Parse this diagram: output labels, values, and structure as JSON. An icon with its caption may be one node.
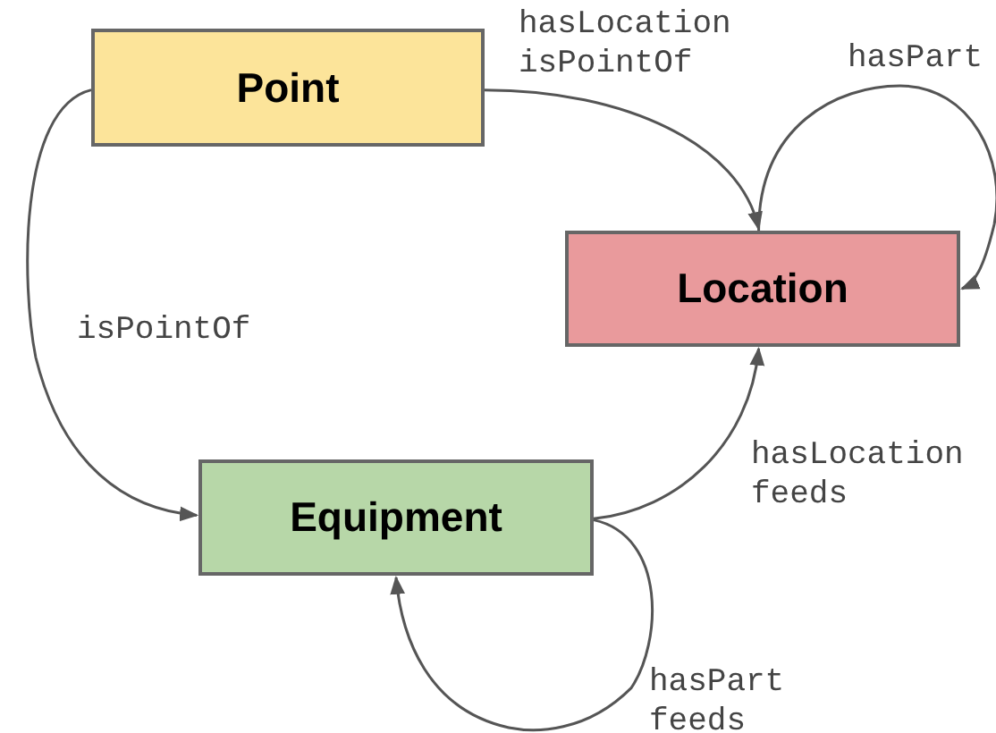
{
  "diagram": {
    "nodes": [
      {
        "text": [
          "Point"
        ]
      },
      {
        "text": [
          "Location"
        ]
      },
      {
        "text": [
          "Equipment"
        ]
      }
    ],
    "edges": [
      {
        "from": 0,
        "to": 1,
        "arrow": "to",
        "label": "hasLocation isPointOf"
      },
      {
        "from": 1,
        "to": 1,
        "arrow": "to",
        "label": "hasPart"
      },
      {
        "from": 0,
        "to": 2,
        "arrow": "to",
        "label": "isPointOf"
      },
      {
        "from": 2,
        "to": 1,
        "arrow": "to",
        "label": "hasLocation feeds"
      },
      {
        "from": 2,
        "to": 2,
        "arrow": "to",
        "label": "hasPart feeds"
      }
    ]
  }
}
